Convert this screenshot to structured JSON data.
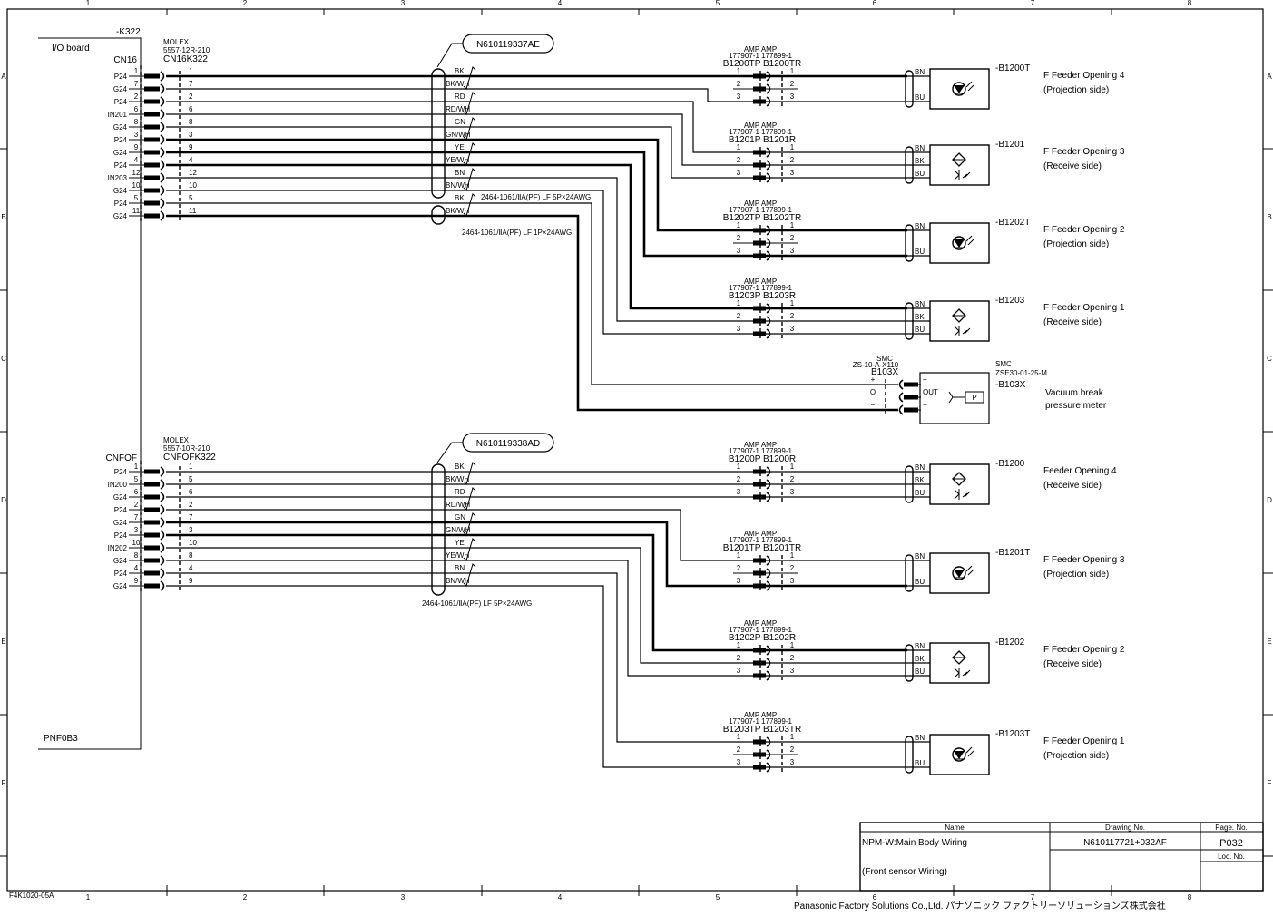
{
  "frame": {
    "columns": [
      "1",
      "2",
      "3",
      "4",
      "5",
      "6",
      "7",
      "8"
    ],
    "rows": [
      "A",
      "B",
      "C",
      "D",
      "E",
      "F"
    ],
    "form_id": "F4K1020-05A"
  },
  "footer": "Panasonic Factory Solutions Co.,Ltd. パナソニック ファクトリーソリューションズ株式会社",
  "board": {
    "ref": "-K322",
    "name": "I/O board",
    "bottom_label": "PNF0B3"
  },
  "connectors": [
    {
      "name": "CN16",
      "maker": "MOLEX",
      "part": "5557-12R-210",
      "mate": "CN16K322",
      "pins": [
        {
          "signal": "P24",
          "pin": "1"
        },
        {
          "signal": "G24",
          "pin": "7"
        },
        {
          "signal": "P24",
          "pin": "2"
        },
        {
          "signal": "IN201",
          "pin": "6"
        },
        {
          "signal": "G24",
          "pin": "8"
        },
        {
          "signal": "P24",
          "pin": "3"
        },
        {
          "signal": "G24",
          "pin": "9"
        },
        {
          "signal": "P24",
          "pin": "4"
        },
        {
          "signal": "IN203",
          "pin": "12"
        },
        {
          "signal": "G24",
          "pin": "10"
        },
        {
          "signal": "P24",
          "pin": "5"
        },
        {
          "signal": "G24",
          "pin": "11"
        }
      ]
    },
    {
      "name": "CNFOF",
      "maker": "MOLEX",
      "part": "5557-10R-210",
      "mate": "CNFOFK322",
      "pins": [
        {
          "signal": "P24",
          "pin": "1"
        },
        {
          "signal": "IN200",
          "pin": "5"
        },
        {
          "signal": "G24",
          "pin": "6"
        },
        {
          "signal": "P24",
          "pin": "2"
        },
        {
          "signal": "G24",
          "pin": "7"
        },
        {
          "signal": "P24",
          "pin": "3"
        },
        {
          "signal": "IN202",
          "pin": "10"
        },
        {
          "signal": "G24",
          "pin": "8"
        },
        {
          "signal": "P24",
          "pin": "4"
        },
        {
          "signal": "G24",
          "pin": "9"
        }
      ]
    }
  ],
  "cables": [
    {
      "id": "N610119337AE",
      "colors": [
        "BK",
        "BK/WH",
        "RD",
        "RD/WH",
        "GN",
        "GN/WH",
        "YE",
        "YE/WH",
        "BN",
        "BN/WH",
        "BK",
        "BK/WH"
      ],
      "spec_5p": "2464-1061/ⅡA(PF) LF 5P×24AWG",
      "spec_1p": "2464-1061/ⅡA(PF) LF 1P×24AWG"
    },
    {
      "id": "N610119338AD",
      "colors": [
        "BK",
        "BK/WH",
        "RD",
        "RD/WH",
        "GN",
        "GN/WH",
        "YE",
        "YE/WH",
        "BN",
        "BN/WH"
      ],
      "spec_5p": "2464-1061/ⅡA(PF) LF 5P×24AWG"
    }
  ],
  "sensors": [
    {
      "makers": "AMP AMP",
      "parts": "177907-1 177899-1",
      "plug": "B1200TP",
      "recept": "B1200TR",
      "pins": [
        "1",
        "2",
        "3"
      ],
      "wires": [
        "BN",
        "BU"
      ],
      "ref": "-B1200T",
      "desc": [
        "F Feeder Opening 4",
        "(Projection side)"
      ],
      "kind": "emitter"
    },
    {
      "makers": "AMP AMP",
      "parts": "177907-1 177899-1",
      "plug": "B1201P",
      "recept": "B1201R",
      "pins": [
        "1",
        "2",
        "3"
      ],
      "wires": [
        "BN",
        "BK",
        "BU"
      ],
      "ref": "-B1201",
      "desc": [
        "F Feeder Opening 3",
        "(Receive side)"
      ],
      "kind": "receiver"
    },
    {
      "makers": "AMP AMP",
      "parts": "177907-1 177899-1",
      "plug": "B1202TP",
      "recept": "B1202TR",
      "pins": [
        "1",
        "2",
        "3"
      ],
      "wires": [
        "BN",
        "BU"
      ],
      "ref": "-B1202T",
      "desc": [
        "F Feeder Opening 2",
        "(Projection side)"
      ],
      "kind": "emitter"
    },
    {
      "makers": "AMP AMP",
      "parts": "177907-1 177899-1",
      "plug": "B1203P",
      "recept": "B1203R",
      "pins": [
        "1",
        "2",
        "3"
      ],
      "wires": [
        "BN",
        "BK",
        "BU"
      ],
      "ref": "-B1203",
      "desc": [
        "F Feeder Opening 1",
        "(Receive side)"
      ],
      "kind": "receiver"
    },
    {
      "makers": "SMC",
      "parts": "ZS-10-A-X110",
      "plug": "B103X",
      "recept": "",
      "pins": [
        "+",
        "O",
        "−"
      ],
      "box_pins": [
        "+",
        "OUT",
        "−"
      ],
      "device_maker": "SMC",
      "device_part": "ZSE30-01-25-M",
      "ref": "-B103X",
      "desc": [
        "Vacuum break",
        "pressure meter"
      ],
      "kind": "pressure"
    },
    {
      "makers": "AMP AMP",
      "parts": "177907-1 177899-1",
      "plug": "B1200P",
      "recept": "B1200R",
      "pins": [
        "1",
        "2",
        "3"
      ],
      "wires": [
        "BN",
        "BK",
        "BU"
      ],
      "ref": "-B1200",
      "desc": [
        "Feeder Opening 4",
        "(Receive side)"
      ],
      "kind": "receiver"
    },
    {
      "makers": "AMP AMP",
      "parts": "177907-1 177899-1",
      "plug": "B1201TP",
      "recept": "B1201TR",
      "pins": [
        "1",
        "2",
        "3"
      ],
      "wires": [
        "BN",
        "BU"
      ],
      "ref": "-B1201T",
      "desc": [
        "F Feeder Opening 3",
        "(Projection side)"
      ],
      "kind": "emitter"
    },
    {
      "makers": "AMP AMP",
      "parts": "177907-1 177899-1",
      "plug": "B1202P",
      "recept": "B1202R",
      "pins": [
        "1",
        "2",
        "3"
      ],
      "wires": [
        "BN",
        "BK",
        "BU"
      ],
      "ref": "-B1202",
      "desc": [
        "F Feeder Opening 2",
        "(Receive side)"
      ],
      "kind": "receiver"
    },
    {
      "makers": "AMP AMP",
      "parts": "177907-1 177899-1",
      "plug": "B1203TP",
      "recept": "B1203TR",
      "pins": [
        "1",
        "2",
        "3"
      ],
      "wires": [
        "BN",
        "BU"
      ],
      "ref": "-B1203T",
      "desc": [
        "F Feeder Opening 1",
        "(Projection side)"
      ],
      "kind": "emitter"
    }
  ],
  "title_block": {
    "name_header": "Name",
    "name_line1": "NPM-W:Main Body Wiring",
    "name_line2": "(Front sensor Wiring)",
    "drawing_header": "Drawing No.",
    "drawing_no": "N610117721+032AF",
    "page_header": "Page. No.",
    "page_no": "P032",
    "loc_header": "Loc. No."
  }
}
